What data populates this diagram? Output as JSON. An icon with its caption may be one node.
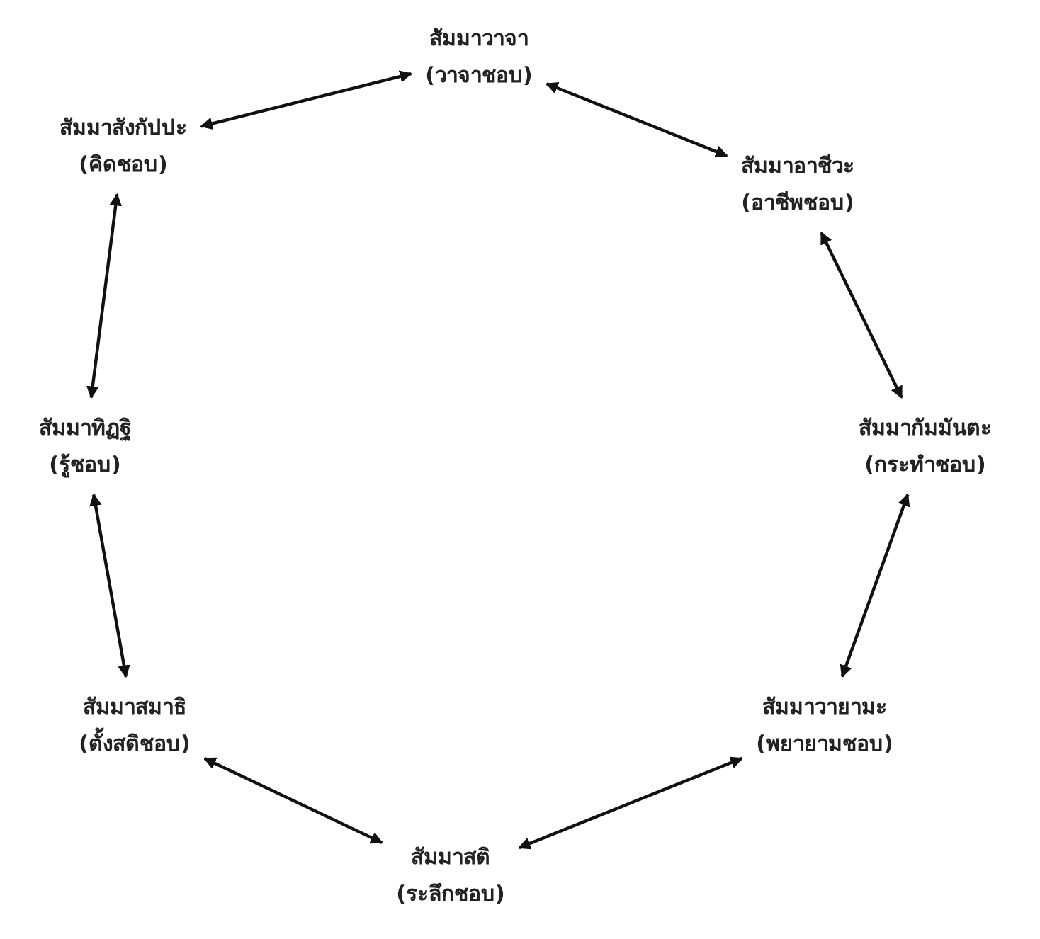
{
  "diagram": {
    "nodes": [
      {
        "text": [
          "สัมมาวาจา",
          "(วาจาชอบ)"
        ]
      },
      {
        "text": [
          "สัมมาสังกัปปะ",
          "(คิดชอบ)"
        ]
      },
      {
        "text": [
          "สัมมาอาชีวะ",
          "(อาชีพชอบ)"
        ]
      },
      {
        "text": [
          "สัมมาทิฏฐิ",
          "(รู้ชอบ)"
        ]
      },
      {
        "text": [
          "สัมมากัมมันตะ",
          "(กระทำชอบ)"
        ]
      },
      {
        "text": [
          "สัมมาสมาธิ",
          "(ตั้งสติชอบ)"
        ]
      },
      {
        "text": [
          "สัมมาวายามะ",
          "(พยายามชอบ)"
        ]
      },
      {
        "text": [
          "สัมมาสติ",
          "(ระลึกชอบ)"
        ]
      }
    ],
    "edges": [
      {
        "from": 1,
        "to": 0,
        "arrow": "both"
      },
      {
        "from": 0,
        "to": 2,
        "arrow": "both"
      },
      {
        "from": 3,
        "to": 1,
        "arrow": "both"
      },
      {
        "from": 2,
        "to": 4,
        "arrow": "both"
      },
      {
        "from": 3,
        "to": 5,
        "arrow": "both"
      },
      {
        "from": 4,
        "to": 6,
        "arrow": "both"
      },
      {
        "from": 5,
        "to": 7,
        "arrow": "both"
      },
      {
        "from": 7,
        "to": 6,
        "arrow": "both"
      }
    ]
  }
}
